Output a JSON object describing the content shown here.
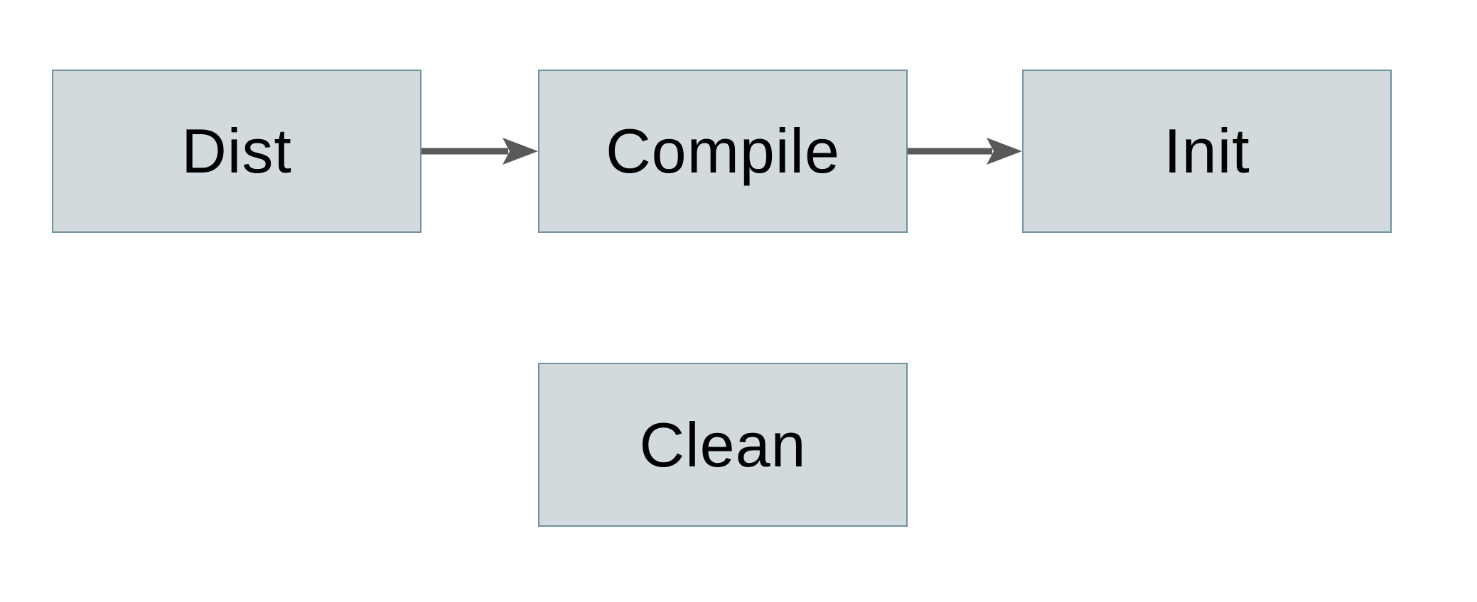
{
  "diagram": {
    "title": "build-targets-flowchart",
    "nodes": [
      {
        "id": "dist",
        "label": "Dist"
      },
      {
        "id": "compile",
        "label": "Compile"
      },
      {
        "id": "init",
        "label": "Init"
      },
      {
        "id": "clean",
        "label": "Clean"
      }
    ],
    "edges": [
      {
        "from": "Dist",
        "to": "Compile"
      },
      {
        "from": "Compile",
        "to": "Init"
      }
    ],
    "colors": {
      "node_fill": "#d3dadd",
      "node_border": "#70919e",
      "arrow": "#595959",
      "text": "#000000",
      "background": "#ffffff"
    }
  }
}
